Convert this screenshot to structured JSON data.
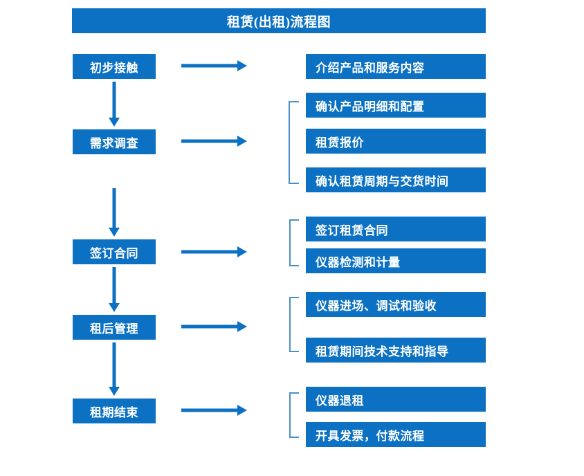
{
  "title": "租赁(出租)流程图",
  "theme": {
    "accent": "#0C71C3",
    "bracket": "#4A90C8",
    "text_on_accent": "#FFFFFF",
    "background": "#FFFFFF"
  },
  "stages": [
    {
      "id": "stage-1",
      "label": "初步接触"
    },
    {
      "id": "stage-2",
      "label": "需求调查"
    },
    {
      "id": "stage-3",
      "label": "签订合同"
    },
    {
      "id": "stage-4",
      "label": "租后管理"
    },
    {
      "id": "stage-5",
      "label": "租期结束"
    }
  ],
  "detail_groups": [
    {
      "id": "group-1",
      "stage": "初步接触",
      "bracketed": false,
      "items": [
        {
          "id": "detail-1-1",
          "label": "介绍产品和服务内容"
        }
      ]
    },
    {
      "id": "group-2",
      "stage": "需求调查",
      "bracketed": true,
      "items": [
        {
          "id": "detail-2-1",
          "label": "确认产品明细和配置"
        },
        {
          "id": "detail-2-2",
          "label": "租赁报价"
        },
        {
          "id": "detail-2-3",
          "label": "确认租赁周期与交货时间"
        }
      ]
    },
    {
      "id": "group-3",
      "stage": "签订合同",
      "bracketed": true,
      "items": [
        {
          "id": "detail-3-1",
          "label": "签订租赁合同"
        },
        {
          "id": "detail-3-2",
          "label": "仪器检测和计量"
        }
      ]
    },
    {
      "id": "group-4",
      "stage": "租后管理",
      "bracketed": true,
      "items": [
        {
          "id": "detail-4-1",
          "label": "仪器进场、调试和验收"
        },
        {
          "id": "detail-4-2",
          "label": "租赁期间技术支持和指导"
        }
      ]
    },
    {
      "id": "group-5",
      "stage": "租期结束",
      "bracketed": true,
      "items": [
        {
          "id": "detail-5-1",
          "label": "仪器退租"
        },
        {
          "id": "detail-5-2",
          "label": "开具发票，付款流程"
        }
      ]
    }
  ],
  "connectors": {
    "vertical_arrow_name": "down-arrow-icon",
    "horizontal_arrow_name": "right-arrow-icon",
    "bracket_name": "group-bracket-icon"
  }
}
